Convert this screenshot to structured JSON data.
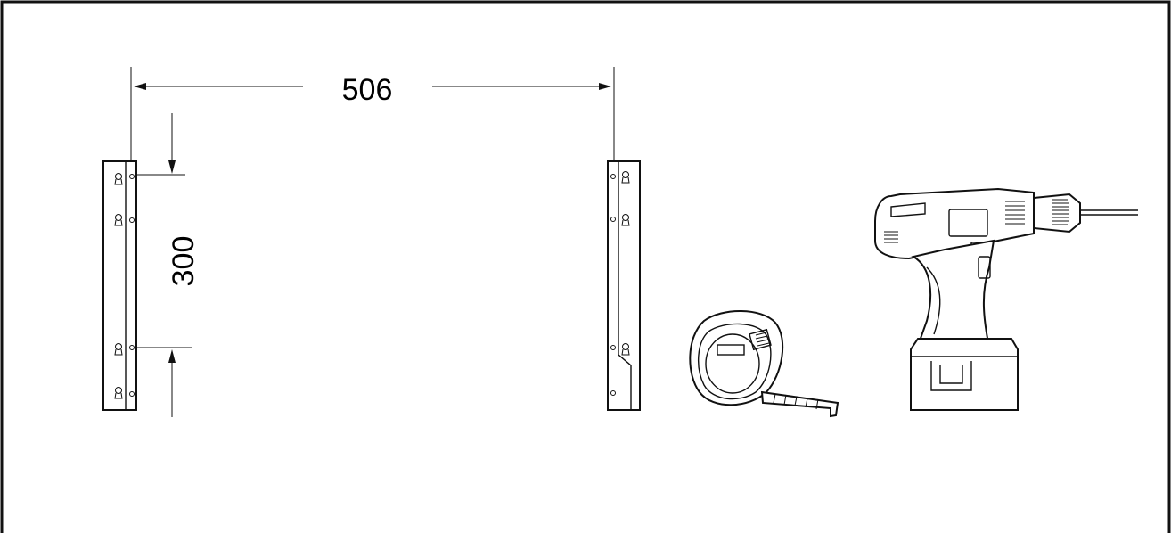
{
  "dimensions": {
    "width_label": "506",
    "height_label": "300"
  },
  "parts": {
    "left_bracket": "wall-mount-bracket",
    "right_bracket": "wall-mount-bracket",
    "tape_measure": "tape-measure-icon",
    "drill": "cordless-drill-icon"
  },
  "colors": {
    "line": "#111111",
    "background": "#ffffff"
  }
}
